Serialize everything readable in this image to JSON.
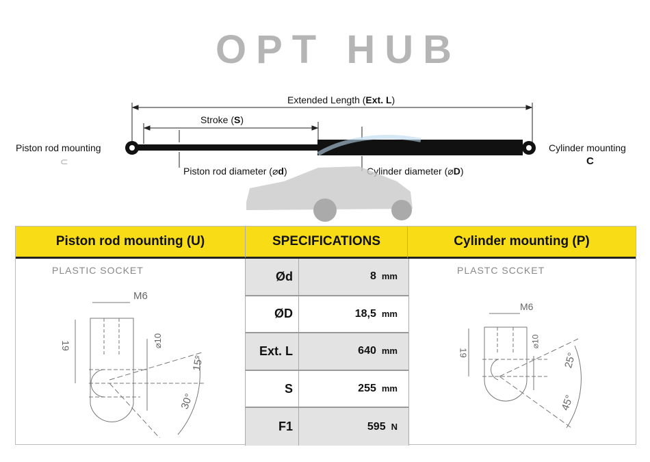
{
  "diagram": {
    "extended_length": "Extended Length (",
    "extended_length_bold": "Ext. L",
    "stroke": "Stroke (",
    "stroke_bold": "S",
    "piston_rod_diameter": "Piston rod diameter (⌀",
    "piston_rod_diameter_bold": "d",
    "cylinder_diameter": "Cylinder diameter (⌀",
    "cylinder_diameter_bold": "D",
    "close_paren": ")",
    "piston_rod_mounting": "Piston rod mounting",
    "cylinder_mounting": "Cylinder mounting"
  },
  "table": {
    "header_left": "Piston rod mounting (U)",
    "header_center": "SPECIFICATIONS",
    "header_right": "Cylinder mounting (P)",
    "left_socket": "PLASTIC SOCKET",
    "right_socket": "PLASTC SCCKET",
    "rows": [
      {
        "label": "Ød",
        "value": "8",
        "unit": "mm"
      },
      {
        "label": "ØD",
        "value": "18,5",
        "unit": "mm"
      },
      {
        "label": "Ext. L",
        "value": "640",
        "unit": "mm"
      },
      {
        "label": "S",
        "value": "255",
        "unit": "mm"
      },
      {
        "label": "F1",
        "value": "595",
        "unit": "N"
      }
    ]
  },
  "drawing_labels": {
    "left": {
      "thread": "M6",
      "height": "19",
      "dia": "⌀10",
      "angle1": "15°",
      "angle2": "30°"
    },
    "right": {
      "thread": "M6",
      "height": "19",
      "dia": "⌀10",
      "angle1": "25°",
      "angle2": "45°"
    }
  },
  "watermark": "OPT HUB",
  "colors": {
    "header_yellow": "#f7dc16",
    "row_gray": "#e3e3e3"
  }
}
